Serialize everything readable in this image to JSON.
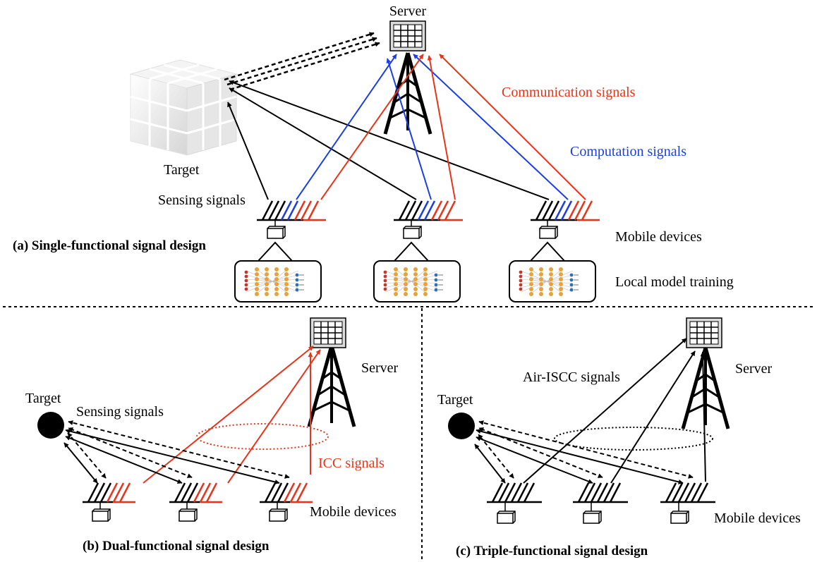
{
  "colors": {
    "communication": "#e8341a",
    "computation": "#1c3fe0",
    "sensing": "#000000"
  },
  "panel_a": {
    "server_label": "Server",
    "target_label": "Target",
    "communication_label": "Communication signals",
    "computation_label": "Computation signals",
    "sensing_label": "Sensing signals",
    "mobile_devices_label": "Mobile devices",
    "local_training_label": "Local model training",
    "caption": "(a) Single-functional signal design"
  },
  "panel_b": {
    "target_label": "Target",
    "sensing_label": "Sensing signals",
    "server_label": "Server",
    "icc_label": "ICC signals",
    "mobile_devices_label": "Mobile devices",
    "caption": "(b) Dual-functional signal design"
  },
  "panel_c": {
    "target_label": "Target",
    "air_iscc_label": "Air-ISCC signals",
    "server_label": "Server",
    "mobile_devices_label": "Mobile devices",
    "caption": "(c) Triple-functional signal design"
  },
  "icons": [
    "server-icon",
    "tower-icon",
    "cube-target-icon",
    "circle-target-icon",
    "antenna-array-icon",
    "device-icon",
    "neural-network-icon"
  ]
}
